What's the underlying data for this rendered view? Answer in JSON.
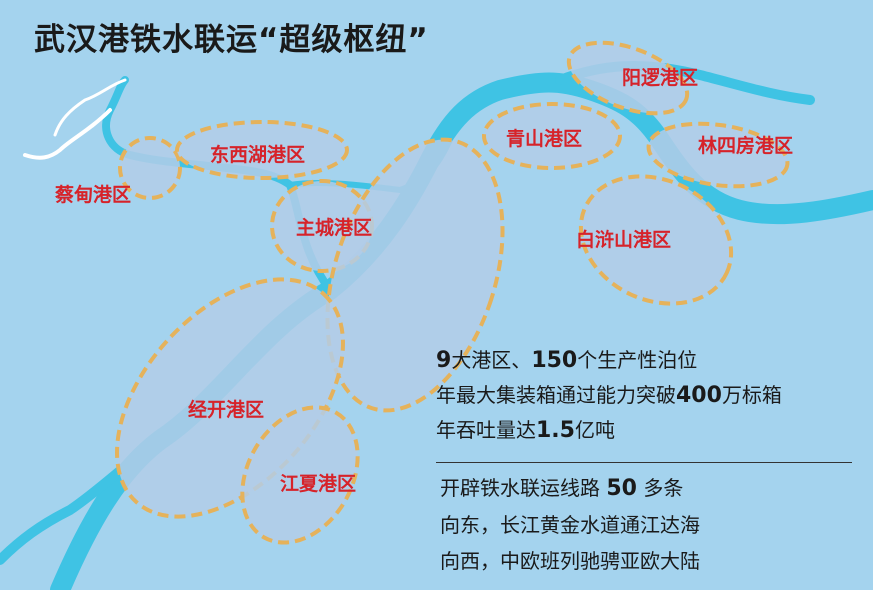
{
  "title": "武汉港铁水联运“超级枢纽”",
  "colors": {
    "background": "#a4d3ee",
    "river": "#3fc3e4",
    "zone_fill": "#b3cde8",
    "zone_border": "#e5b25b",
    "label": "#d6232a"
  },
  "zones": [
    {
      "name": "蔡甸港区"
    },
    {
      "name": "东西湖港区"
    },
    {
      "name": "主城港区"
    },
    {
      "name": "青山港区"
    },
    {
      "name": "阳逻港区"
    },
    {
      "name": "林四房港区"
    },
    {
      "name": "白浒山港区"
    },
    {
      "name": "经开港区"
    },
    {
      "name": "江夏港区"
    }
  ],
  "stats": {
    "line1": {
      "num_a": "9",
      "text_a": "大港区、",
      "num_b": "150",
      "text_b": "个生产性泊位"
    },
    "line2": {
      "text_a": "年最大集装箱通过能力突破",
      "num": "400",
      "text_b": "万标箱"
    },
    "line3": {
      "text_a": "年吞吐量达",
      "num": "1.5",
      "text_b": "亿吨"
    }
  },
  "routes": {
    "line1": {
      "text_a": "开辟铁水联运线路",
      "num": "50",
      "text_b": "多条"
    },
    "line2": "向东，长江黄金水道通江达海",
    "line3": "向西，中欧班列驰骋亚欧大陆"
  }
}
